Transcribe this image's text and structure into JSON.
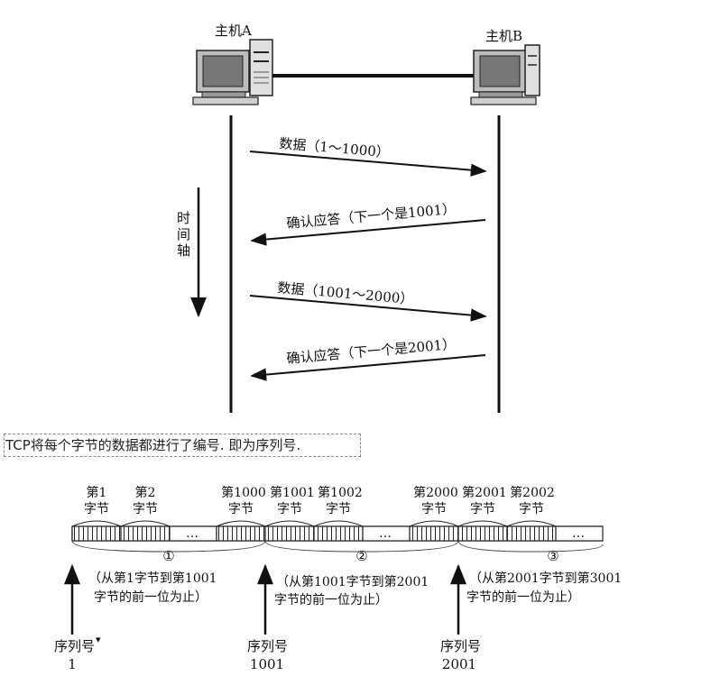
{
  "top": {
    "hostA_label": "主机A",
    "hostB_label": "主机B",
    "time_axis_chars": [
      "时",
      "间",
      "轴"
    ],
    "messages": [
      {
        "text": "数据（1～1000）"
      },
      {
        "text": "确认应答（下一个是1001）"
      },
      {
        "text": "数据（1001～2000）"
      },
      {
        "text": "确认应答（下一个是2001）"
      }
    ]
  },
  "caption": "TCP将每个字节的数据都进行了编号. 即为序列号.",
  "bytes": {
    "cells": [
      {
        "line1": "第1",
        "line2": "字节"
      },
      {
        "line1": "第2",
        "line2": "字节"
      },
      {
        "line1": "第1000",
        "line2": "字节"
      },
      {
        "line1": "第1001",
        "line2": "字节"
      },
      {
        "line1": "第1002",
        "line2": "字节"
      },
      {
        "line1": "第2000",
        "line2": "字节"
      },
      {
        "line1": "第2001",
        "line2": "字节"
      },
      {
        "line1": "第2002",
        "line2": "字节"
      }
    ],
    "ellipsis": "…",
    "segments": [
      {
        "num": "①",
        "range1": "（从第1字节到第1001",
        "range2": "字节的前一位为止）"
      },
      {
        "num": "②",
        "range1": "（从第1001字节到第2001",
        "range2": "字节的前一位为止）"
      },
      {
        "num": "③",
        "range1": "（从第2001字节到第3001",
        "range2": "字节的前一位为止）"
      }
    ],
    "seqs": [
      {
        "label": "序列号",
        "value": "1",
        "mark": "▾"
      },
      {
        "label": "序列号",
        "value": "1001"
      },
      {
        "label": "序列号",
        "value": "2001"
      }
    ]
  }
}
